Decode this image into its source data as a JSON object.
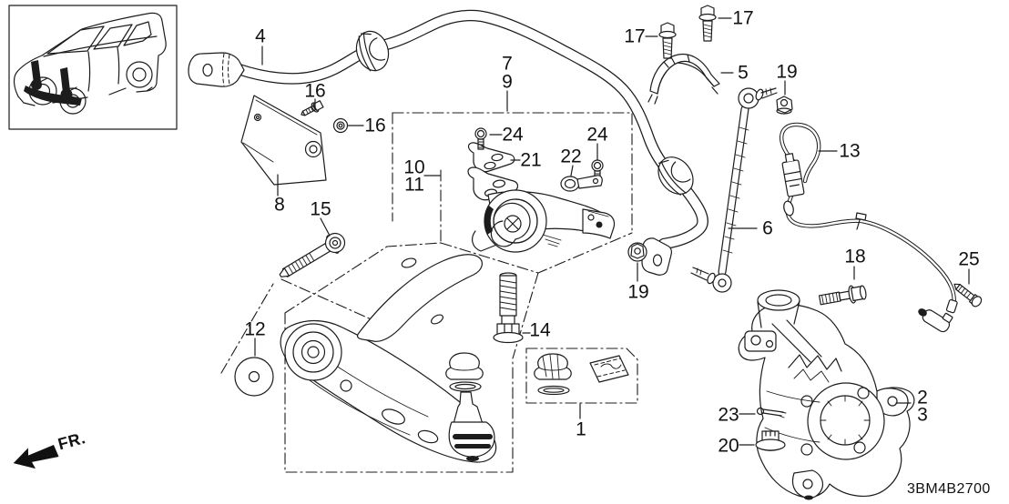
{
  "diagram": {
    "code": "3BM4B2700",
    "direction_label": "FR.",
    "colors": {
      "line": "#1c1c1c",
      "background": "#ffffff"
    }
  },
  "callouts": [
    {
      "part": "4"
    },
    {
      "part": "16"
    },
    {
      "part": "16"
    },
    {
      "part": "8"
    },
    {
      "part": "15"
    },
    {
      "part": "12"
    },
    {
      "part": "7"
    },
    {
      "part": "9"
    },
    {
      "part": "10"
    },
    {
      "part": "11"
    },
    {
      "part": "24"
    },
    {
      "part": "21"
    },
    {
      "part": "22"
    },
    {
      "part": "24"
    },
    {
      "part": "17"
    },
    {
      "part": "17"
    },
    {
      "part": "5"
    },
    {
      "part": "19"
    },
    {
      "part": "13"
    },
    {
      "part": "6"
    },
    {
      "part": "18"
    },
    {
      "part": "25"
    },
    {
      "part": "14"
    },
    {
      "part": "19"
    },
    {
      "part": "1"
    },
    {
      "part": "2"
    },
    {
      "part": "3"
    },
    {
      "part": "23"
    },
    {
      "part": "20"
    }
  ]
}
